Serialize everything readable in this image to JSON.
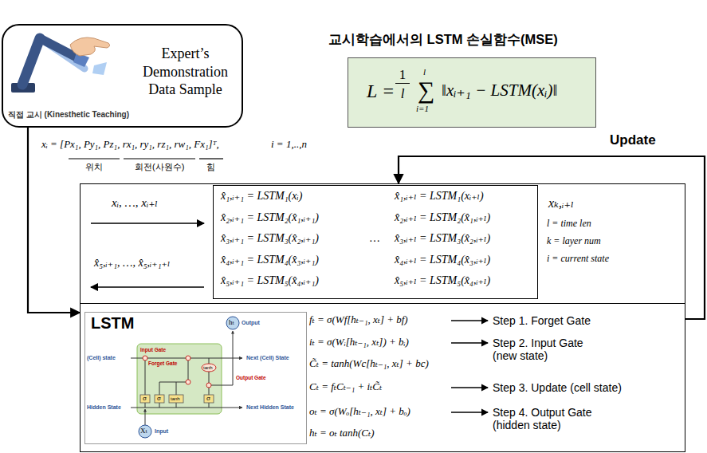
{
  "diagram": {
    "title": "교시학습에서의 LSTM 손실함수(MSE)",
    "nodes": [
      {
        "text": [
          "직접 교시 (Kinesthetic Teaching)",
          "Expert’s Demonstration Data Sample"
        ]
      },
      {
        "text": [
          "L =",
          "1",
          "l",
          "l",
          "∑",
          "i=1",
          "‖xᵢ₊₁ − LSTM(xᵢ)‖"
        ]
      },
      {
        "text": [
          "xᵢ, …, xᵢ₊ₗ",
          "x̂₅,ᵢ₊₁, …, x̂₅,ᵢ₊₁₊ₗ",
          "xₖ,ᵢ₊ₗ",
          "l = time len",
          "k = layer num",
          "i = current state"
        ]
      },
      {
        "text": [
          "x̂₁,ᵢ₊₁ = LSTM₁(xᵢ)",
          "x̂₁,ᵢ₊ₗ = LSTM₁(xᵢ₊ₗ)",
          "x̂₂,ᵢ₊₁ = LSTM₂(x̂₁,ᵢ₊₁)",
          "x̂₂,ᵢ₊ₗ = LSTM₂(x̂₁,ᵢ₊ₗ)",
          "x̂₃,ᵢ₊₁ = LSTM₃(x̂₂,ᵢ₊₁)",
          "…",
          "x̂₃,ᵢ₊ₗ = LSTM₃(x̂₂,ᵢ₊ₗ)",
          "x̂₄,ᵢ₊₁ = LSTM₄(x̂₃,ᵢ₊₁)",
          "x̂₄,ᵢ₊ₗ = LSTM₄(x̂₃,ᵢ₊ₗ)",
          "x̂₅,ᵢ₊₁ = LSTM₅(x̂₄,ᵢ₊₁)",
          "x̂₅,ᵢ₊ₗ = LSTM₅(x̂₄,ᵢ₊ₗ)"
        ],
        "in": 2
      },
      {
        "text": [
          "fₜ = σ(Wf[hₜ₋₁, xₜ] + bf)",
          "iₜ = σ(Wᵢ[hₜ₋₁, xₜ]) + bᵢ)",
          "C̃ₜ = tanh(Wc[hₜ₋₁, xₜ] + bc)",
          "Cₜ = fₜCₜ₋₁ + iₜC̃ₜ",
          "oₜ = σ(Wₒ[hₜ₋₁, xₜ] + bₒ)",
          "hₜ = oₜ tanh(Cₜ)",
          "Step 1. Forget Gate",
          "Step 2. Input Gate (new state)",
          "Step 3. Update (cell state)",
          "Step 4. Output Gate (hidden state)"
        ]
      },
      {
        "text": [
          "LSTM",
          "(Cell) state",
          "Hidden State",
          "Input Gate",
          "Forget Gate",
          "Output Gate",
          "σ",
          "σ",
          "tanh",
          "σ",
          "tanh",
          "Next (Cell) State",
          "Next Hidden State",
          "Output",
          "hₜ",
          "Xₜ",
          "Input"
        ],
        "in": 4
      }
    ],
    "edges": [
      {
        "from": 0,
        "to": 4,
        "arrow": "to"
      },
      {
        "from": 4,
        "to": 2,
        "label": "Update",
        "arrow": "to"
      }
    ],
    "labels": [
      "xᵢ = [Px₁, Py₁, Pz₁, rx₁, ry₁, rz₁, rw₁, Fx₁]ᵀ,",
      "i = 1,..,n",
      "위치",
      "회전(사원수)",
      "힘"
    ]
  }
}
